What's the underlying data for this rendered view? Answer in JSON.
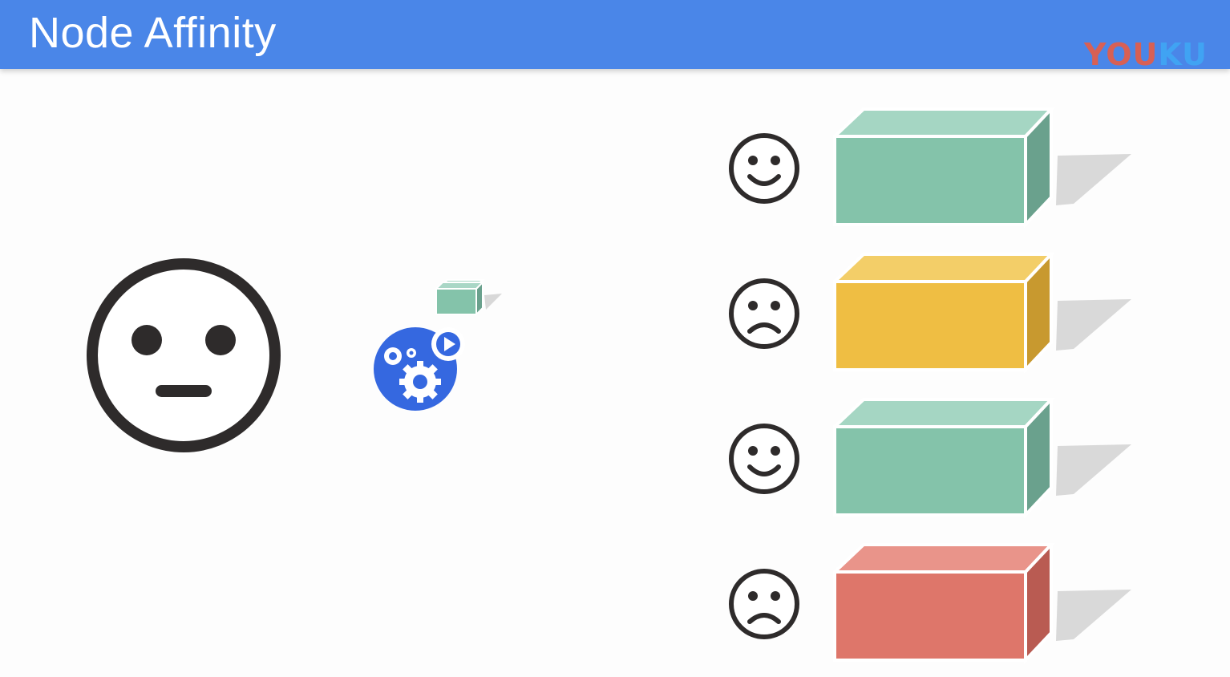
{
  "header": {
    "title": "Node Affinity",
    "watermark": {
      "part1": "YOU",
      "part2": "KU"
    }
  },
  "colors": {
    "header_bg": "#4a86e8",
    "green_box": "#84c3aa",
    "yellow_box": "#efbe43",
    "red_box": "#de766a",
    "face_stroke": "#2e2b2b",
    "scheduler_blue": "#3568e0"
  },
  "user_face": {
    "expression": "neutral-face-icon"
  },
  "scheduler": {
    "icon": "gears-play-icon"
  },
  "pod": {
    "icon": "small-cube-icon",
    "color": "green"
  },
  "nodes": [
    {
      "expression": "happy",
      "color": "green"
    },
    {
      "expression": "sad",
      "color": "yellow"
    },
    {
      "expression": "happy",
      "color": "green"
    },
    {
      "expression": "sad",
      "color": "red"
    }
  ]
}
